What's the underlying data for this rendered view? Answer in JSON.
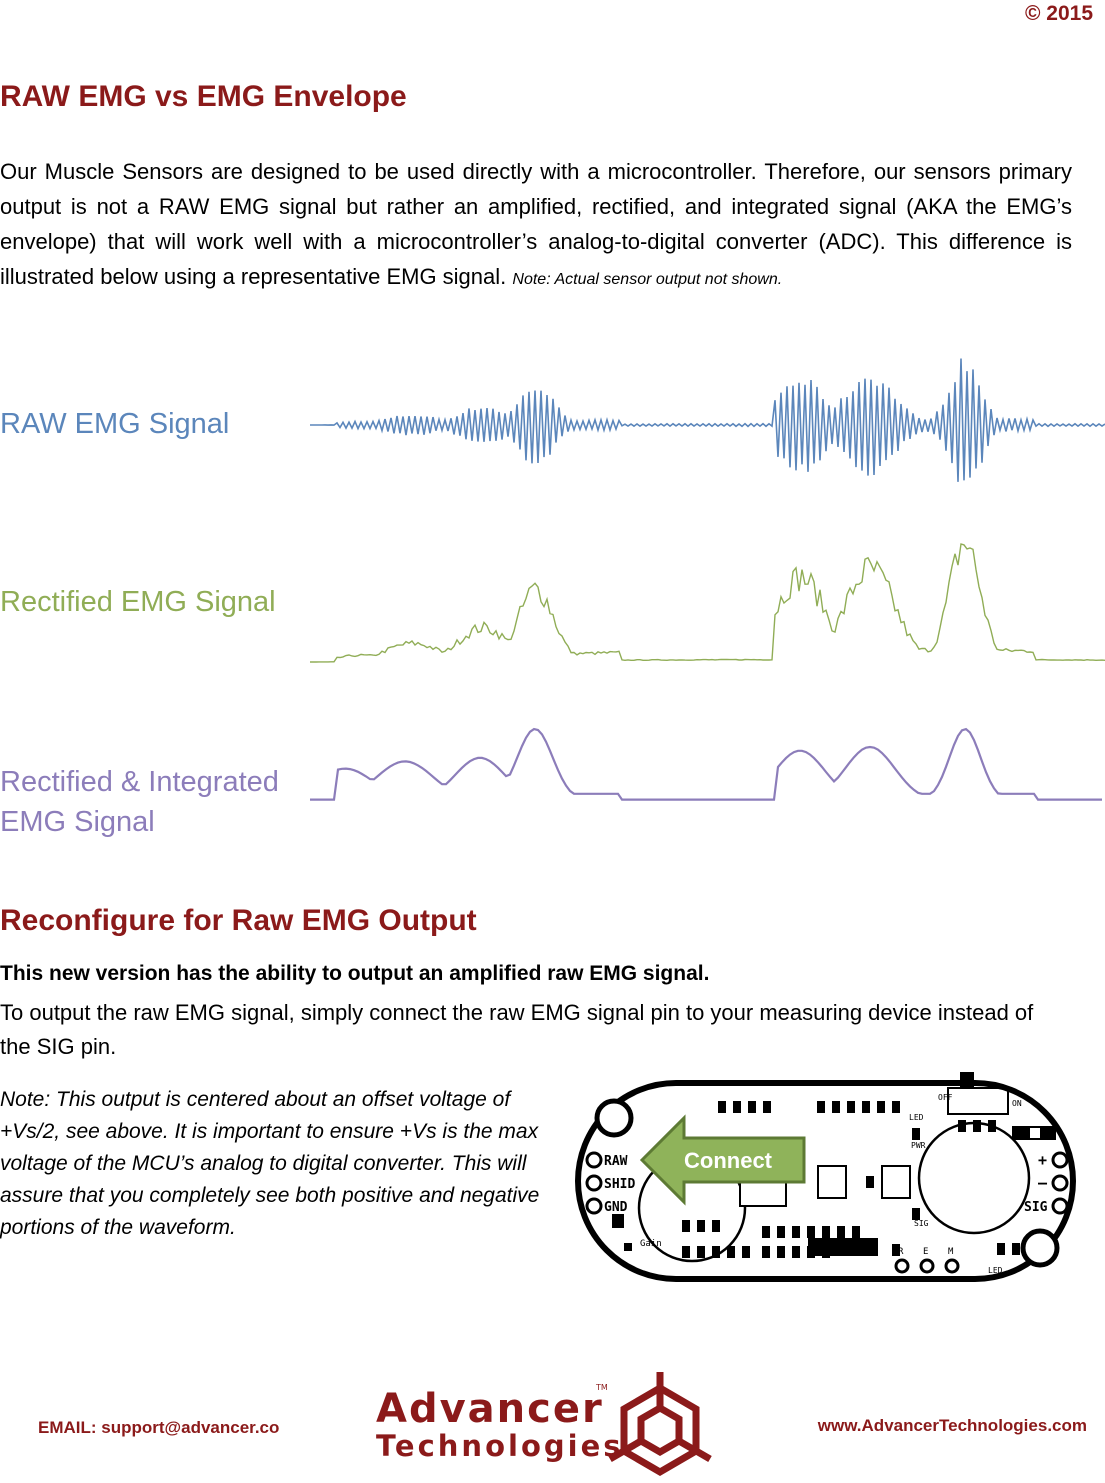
{
  "header": {
    "copyright": "© 2015"
  },
  "section1": {
    "title": "RAW EMG vs EMG Envelope",
    "paragraph": "Our Muscle Sensors are designed to be used directly with a microcontroller. Therefore, our sensors primary output is not a RAW EMG signal but rather an amplified, rectified, and integrated signal (AKA the EMG’s envelope) that will work well with a microcontroller’s analog-to-digital converter (ADC). This difference is illustrated below using a representative EMG signal.",
    "note": "Note: Actual sensor output not shown."
  },
  "signals": {
    "raw_label": "RAW EMG Signal",
    "rectified_label": "Rectified EMG Signal",
    "integrated_label_line1": "Rectified & Integrated",
    "integrated_label_line2": "EMG Signal",
    "colors": {
      "raw": "#5b86bb",
      "rectified": "#90ad56",
      "integrated": "#8c7dba"
    }
  },
  "section2": {
    "title": "Reconfigure for Raw EMG Output",
    "bold_line": "This new version has the ability to output an amplified raw EMG signal.",
    "paragraph": "To output the raw EMG signal, simply connect the raw EMG signal pin to your measuring device instead of the SIG pin.",
    "note": "Note: This output is centered about an offset voltage of +Vs/2, see above. It is important to ensure +Vs is the max voltage of the MCU’s analog to digital converter. This will assure that you completely see both positive and negative portions of the waveform."
  },
  "board": {
    "connect_label": "Connect",
    "pin_raw": "RAW",
    "pin_shid": "SHID",
    "pin_gnd": "GND",
    "pin_plus": "+",
    "pin_minus": "–",
    "pin_sig": "SIG",
    "off": "OFF",
    "on": "ON",
    "led": "LED",
    "pwr": "PWR",
    "sig_small": "SIG",
    "gain": "Gain",
    "r": "R",
    "e": "E",
    "m": "M",
    "led2": "LED",
    "arrow_color": "#8fb35a"
  },
  "footer": {
    "email": "EMAIL: support@advancer.co",
    "logo_line1": "Advancer",
    "logo_tm": "TM",
    "logo_line2": "Technologies",
    "website": "www.AdvancerTechnologies.com"
  }
}
